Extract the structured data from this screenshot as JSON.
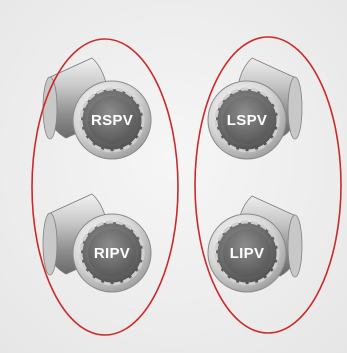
{
  "veins": {
    "rspv": {
      "label": "RSPV"
    },
    "ripv": {
      "label": "RIPV"
    },
    "lspv": {
      "label": "LSPV"
    },
    "lipv": {
      "label": "LIPV"
    }
  },
  "colors": {
    "background": "#efefef",
    "ellipse_outline": "#cc2a2a",
    "label_text": "#ffffff"
  }
}
